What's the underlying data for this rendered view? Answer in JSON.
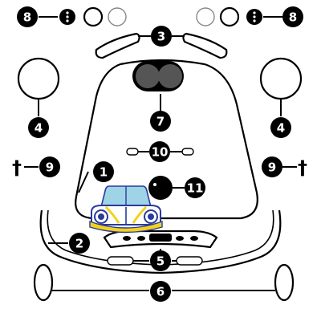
{
  "diagram": {
    "callouts": [
      {
        "id": "callout-1",
        "label": "1"
      },
      {
        "id": "callout-2",
        "label": "2"
      },
      {
        "id": "callout-3",
        "label": "3"
      },
      {
        "id": "callout-4-left",
        "label": "4"
      },
      {
        "id": "callout-4-right",
        "label": "4"
      },
      {
        "id": "callout-5",
        "label": "5"
      },
      {
        "id": "callout-6",
        "label": "6"
      },
      {
        "id": "callout-7",
        "label": "7"
      },
      {
        "id": "callout-8-left",
        "label": "8"
      },
      {
        "id": "callout-8-right",
        "label": "8"
      },
      {
        "id": "callout-9-left",
        "label": "9"
      },
      {
        "id": "callout-9-right",
        "label": "9"
      },
      {
        "id": "callout-10",
        "label": "10"
      },
      {
        "id": "callout-11",
        "label": "11"
      }
    ],
    "symbols": {
      "dagger_left": "†",
      "dagger_right": "†"
    },
    "colors": {
      "car_body": "#ffffff",
      "car_outline": "#2a3a9a",
      "car_bumper_accent": "#f2d21c",
      "car_glass": "#9fd3e6",
      "headlight_lens": "#555555",
      "wheel_hub": "#2a3a9a"
    }
  }
}
